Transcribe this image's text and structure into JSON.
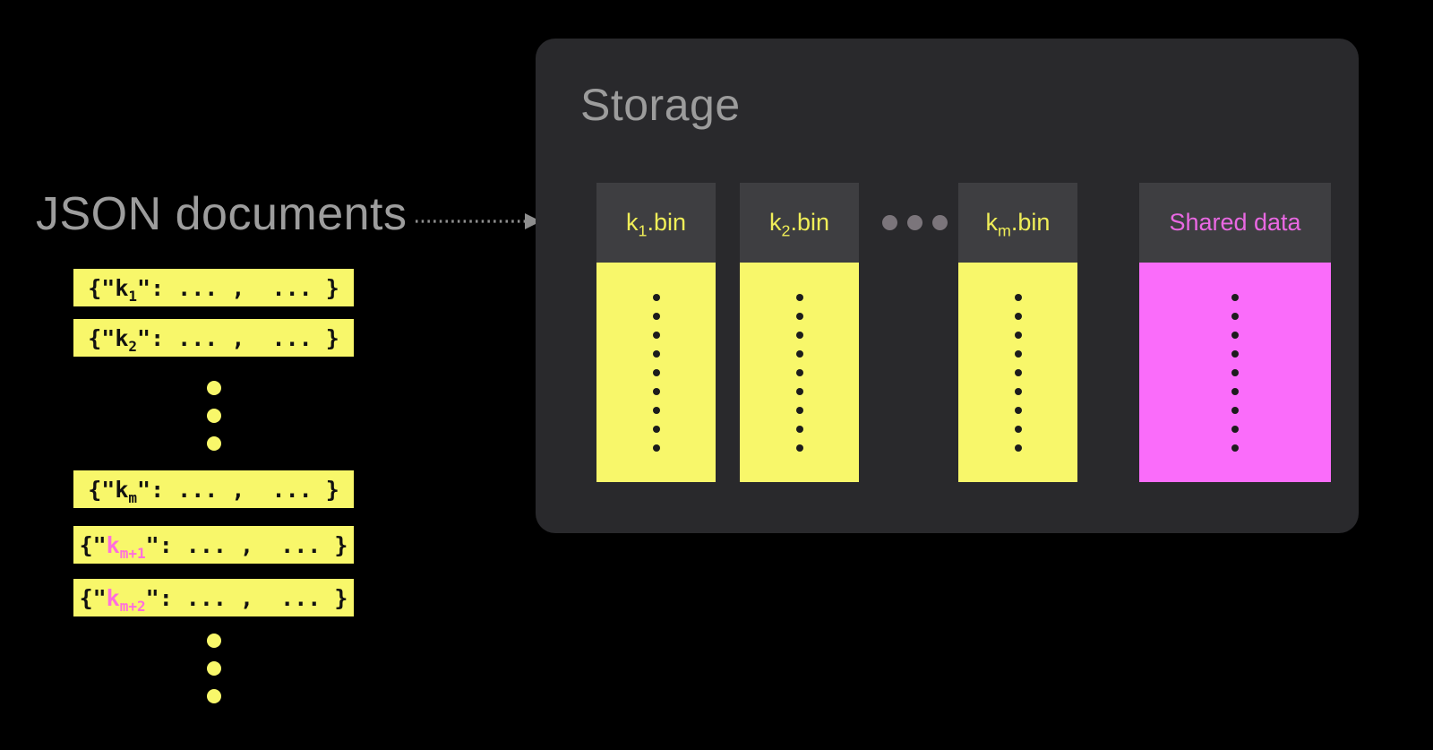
{
  "colors": {
    "background": "#000000",
    "bar_yellow": "#f8f76a",
    "shared_magenta": "#fa6cfa",
    "highlight_key_pink": "#ff6edd",
    "shared_header_text_pink": "#e968e2",
    "bin_header_text_yellow": "#f0ee58",
    "storage_box_bg": "#29292c",
    "column_header_bg": "#3e3e41",
    "gray_title_text": "#9d9d9d",
    "separator_dot_gray": "#7b757b",
    "column_dot_dark": "#1c1c1c",
    "arrow_gray": "#8e8e8e"
  },
  "left_panel": {
    "title": "JSON documents",
    "documents": [
      {
        "type": "doc",
        "prefix": "{\"",
        "key": "k",
        "sub": "1",
        "suffix": "\": ... ,  ... }",
        "highlighted": false
      },
      {
        "type": "doc",
        "prefix": "{\"",
        "key": "k",
        "sub": "2",
        "suffix": "\": ... ,  ... }",
        "highlighted": false
      },
      {
        "type": "ellipsis",
        "dot_count": 3
      },
      {
        "type": "doc",
        "prefix": "{\"",
        "key": "k",
        "sub": "m",
        "suffix": "\": ... ,  ... }",
        "highlighted": false
      },
      {
        "type": "doc",
        "prefix": "{\"",
        "key": "k",
        "sub": "m+1",
        "suffix": "\": ... ,  ... }",
        "highlighted": true
      },
      {
        "type": "doc",
        "prefix": "{\"",
        "key": "k",
        "sub": "m+2",
        "suffix": "\": ... ,  ... }",
        "highlighted": true
      },
      {
        "type": "ellipsis",
        "dot_count": 3
      }
    ]
  },
  "storage": {
    "title": "Storage",
    "columns": [
      {
        "type": "bin_file",
        "key": "k",
        "sub": "1",
        "extension": ".bin",
        "dot_count": 9
      },
      {
        "type": "bin_file",
        "key": "k",
        "sub": "2",
        "extension": ".bin",
        "dot_count": 9
      },
      {
        "type": "ellipsis",
        "dot_count": 3
      },
      {
        "type": "bin_file",
        "key": "k",
        "sub": "m",
        "extension": ".bin",
        "dot_count": 9
      },
      {
        "type": "shared",
        "label": "Shared data",
        "dot_count": 9
      }
    ]
  }
}
